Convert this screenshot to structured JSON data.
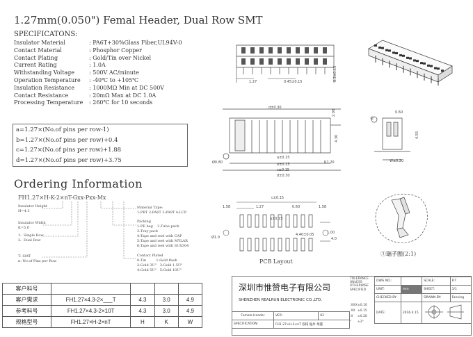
{
  "title": "1.27mm(0.050\") Femal Header, Dual Row SMT",
  "spec_heading": "SPECIFICATONS:",
  "specs": [
    {
      "label": "Insulator Material",
      "value": ": PA6T+30%Glass Fiber,UL94V-0"
    },
    {
      "label": "Contact Material",
      "value": ": Phosphor Copper"
    },
    {
      "label": "Contact Plating",
      "value": ": Gold/Tin over Nickel"
    },
    {
      "label": "Current Rating",
      "value": ": 1.0A"
    },
    {
      "label": "Withstanding Voltage",
      "value": ": 500V AC/minute"
    },
    {
      "label": "Operation Temperature",
      "value": ": -40℃ to +105℃"
    },
    {
      "label": "Insulation Resistance",
      "value": ": 1000MΩ Min at DC 500V"
    },
    {
      "label": "Contact Resistance",
      "value": ": 20mΩ Max at DC 1.0A"
    },
    {
      "label": "Processing Temperature",
      "value": ": 260℃ for 10 seconds"
    }
  ],
  "formulas": [
    "a=1.27×(No.of pins per row-1)",
    "b=1.27×(No.of pins per row)+0.4",
    "c=1.27×(No.of pins per row)+1.88",
    "d=1.27×(No.of pins per row)+3.75"
  ],
  "ordering": {
    "heading": "Ordering Information",
    "code": "FH1.27×H-K-2×nT-Gxx-Pxx-Mx",
    "left_notes": [
      "Insulator Height\nH=4.3",
      "Insulator Width\nK=5.0",
      "1:  Single Row\n2:  Dual Row",
      "T: SMT\nn: No.of Pins per Row"
    ],
    "right_notes": [
      "Material Type:\n1:PBT 2:PA6T 3:PA9T 4:LCP",
      "Packing\n1:PE bag    2:Tube pack\n3:Tray pack\n4:Tape and reel with CAP\n5:Tape and reel with MYLAR\n6:Tape and reel with SUS304",
      "Contact Plated\n0:Tin         1:Gold flash\n2:Gold 3U\"   3:Gold 1.5U\"\n4:Gold 5U\"   5:Gold 10U\""
    ]
  },
  "bom_table": [
    [
      "客户料号",
      "",
      "",
      "",
      ""
    ],
    [
      "客户需求",
      "FH1.27×4.3-2×___T",
      "4.3",
      "3.0",
      "4.9"
    ],
    [
      "参考料号",
      "FH1.27×4.3-2×10T",
      "4.3",
      "3.0",
      "4.9"
    ],
    [
      "规格型号",
      "FH1.27×H-2×nT",
      "H",
      "K",
      "W"
    ]
  ],
  "dims": {
    "d030a": "d±0.30",
    "d127": "1.27",
    "d045": "0.45±0.15",
    "d63": "6.3±0.15",
    "d200": "2.00",
    "d430": "4.30",
    "d080": "Ø0.80",
    "a015": "a±0.15",
    "b015": "b±0.15",
    "c015": "c±0.15",
    "d030b": "d±0.30",
    "r120": "R1.20",
    "d060": "0.60",
    "d455": "4.55",
    "w020": "W±0.20",
    "circle1": "①",
    "c015pcb": "c±0.15",
    "d158a": "1.58",
    "d127b": "1.27",
    "d060b": "0.60",
    "d158b": "1.58",
    "a015pcb": "a±0.15",
    "d040": "4.40±0.05",
    "d050": "Ø1.0",
    "d100": "1.00",
    "d040b": "4.0"
  },
  "pcb_label": "PCB Layout",
  "detail_label": "①端子图(2:1)",
  "title_block": {
    "company_cn": "深圳市惟赞电子有限公司",
    "company_en": "SHENZHEN REALRUN ELECTRONIC CO.,LTD.",
    "tolerance": "TOLERANCE\nUNLESS\nOTHERWISE\nSPECIFIED",
    "tol_rows": [
      [
        ".XXX",
        "±0.10"
      ],
      [
        ".XX",
        "±0.15"
      ],
      [
        ".X",
        "±0.20"
      ],
      [
        "°",
        "±3°"
      ]
    ],
    "dwg_no_label": "DWG NO.:",
    "scale_label": "SCALE:",
    "scale_value": "FIT",
    "unit_label": "UNIT:",
    "unit_value": "mm",
    "sheet_label": "SHEET:",
    "sheet_value": "1/1",
    "checked_label": "CHECKED BY:",
    "drawn_label": "DRAWN BY:",
    "drawn_value": "Fanning",
    "date_label": "DATE:",
    "date_value": "2016.4.15",
    "spec_label": "SPECIFICATION:",
    "spec_value": "FH1.27×H-2×nT 双排 贴片 母座",
    "name_label": "Female Header",
    "ver_label": "VER:",
    "ver_value": "03",
    "first_angle": "○"
  }
}
